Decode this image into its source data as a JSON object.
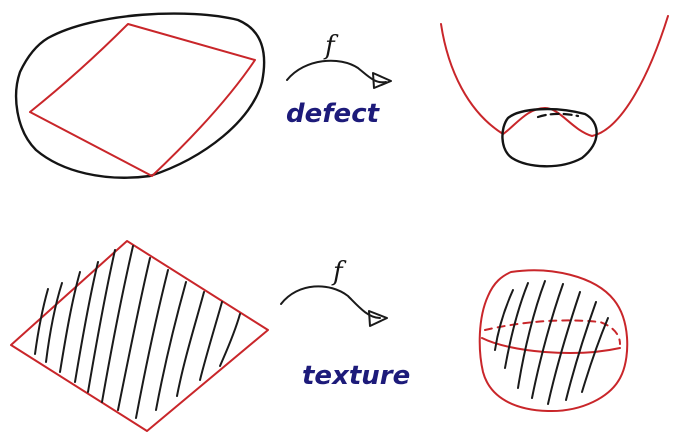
{
  "diagram": {
    "top_map": {
      "function_label": "f",
      "caption": "defect"
    },
    "bottom_map": {
      "function_label": "f",
      "caption": "texture"
    },
    "colors": {
      "ink": "#141414",
      "red": "#c9262a",
      "blue": "#1d1b7a"
    }
  }
}
